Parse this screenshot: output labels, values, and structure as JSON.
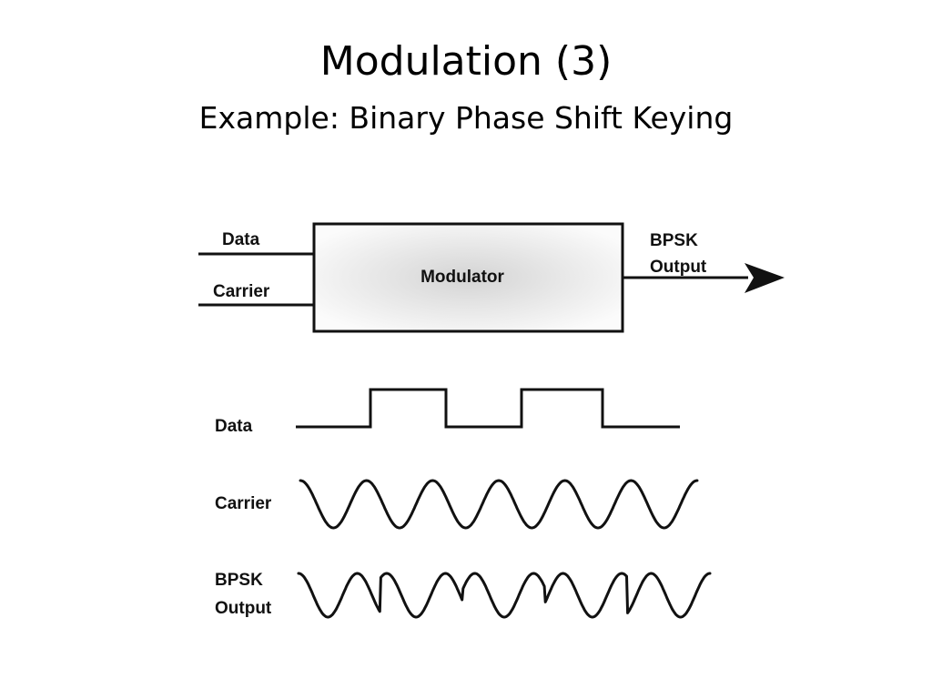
{
  "slide": {
    "title": "Modulation (3)",
    "subtitle": "Example: Binary Phase Shift Keying"
  },
  "block_diagram": {
    "input_data_label": "Data",
    "input_carrier_label": "Carrier",
    "block_label": "Modulator",
    "output_label_line1": "BPSK",
    "output_label_line2": "Output"
  },
  "waveforms": {
    "data_label": "Data",
    "carrier_label": "Carrier",
    "bpsk_label_line1": "BPSK",
    "bpsk_label_line2": "Output",
    "data_bits": [
      0,
      1,
      0,
      1,
      0
    ],
    "carrier_cycles": 6
  },
  "colors": {
    "stroke": "#111111",
    "block_gradient_center": "#d4d4d4",
    "block_gradient_edge": "#fbfbfb"
  }
}
